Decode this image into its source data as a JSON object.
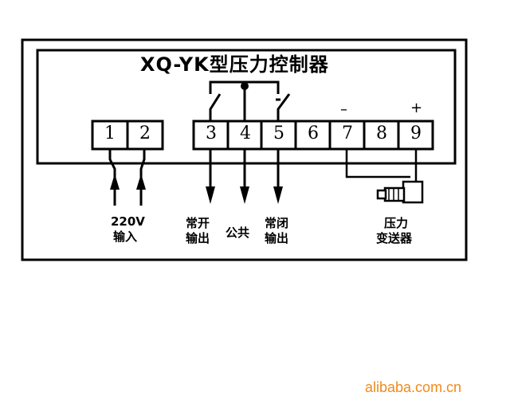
{
  "title": "XQ-YK型压力控制器",
  "terminals": [
    "1",
    "2",
    "3",
    "4",
    "5",
    "6",
    "7",
    "8",
    "9"
  ],
  "polarity": {
    "minus": "–",
    "plus": "+"
  },
  "labels": {
    "power_in": [
      "220V",
      "输入"
    ],
    "normally_open": [
      "常开",
      "输出"
    ],
    "common": "公共",
    "normally_closed": [
      "常闭",
      "输出"
    ],
    "transmitter": [
      "压力",
      "变送器"
    ]
  },
  "watermark": "alibaba.com.cn",
  "colors": {
    "line": "#000000",
    "watermark": "#f08a1c"
  }
}
